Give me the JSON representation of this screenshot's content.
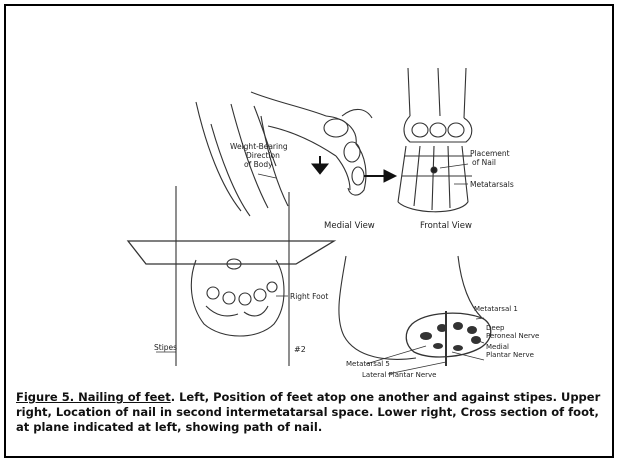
{
  "figure": {
    "labels": {
      "weight_bearing_1": "Weight-Bearing",
      "weight_bearing_2": "Direction",
      "weight_bearing_3": "of Body",
      "placement_1": "Placement",
      "placement_2": "of Nail",
      "metatarsals": "Metatarsals",
      "medial_view": "Medial View",
      "frontal_view": "Frontal View",
      "right_foot": "Right Foot",
      "stipes": "Stipes",
      "metatarsal_1": "Metatarsal 1",
      "deep_peroneal_1": "Deep",
      "deep_peroneal_2": "Peroneal Nerve",
      "medial_plantar_1": "Medial",
      "medial_plantar_2": "Plantar Nerve",
      "metatarsal_5": "Metatarsal 5",
      "lateral_plantar": "Lateral Plantar Nerve",
      "mark": "#2"
    },
    "caption": {
      "title": "Figure 5. Nailing of feet",
      "body": ". Left, Position of feet atop one another and against stipes. Upper right, Location of nail in second intermetatarsal space. Lower right, Cross section of foot, at plane indicated at left, showing path of nail."
    }
  }
}
